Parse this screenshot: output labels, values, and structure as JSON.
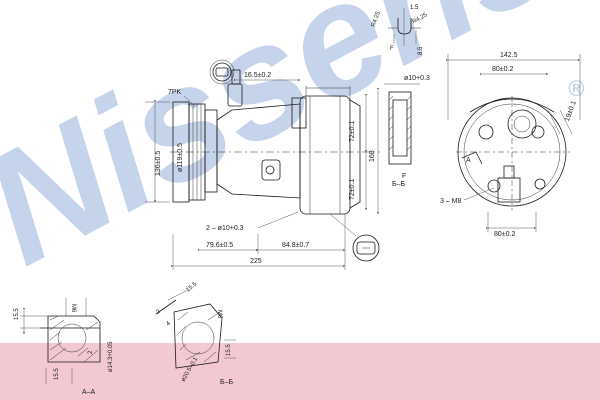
{
  "watermark": {
    "text": "Nissens",
    "registered": "®",
    "color": "#c5d4ea"
  },
  "band_color": "#f3c9d1",
  "detail_top": {
    "r1": "R4.25",
    "r2": "R4.25",
    "w": "1.5",
    "h": "8.5",
    "f": "F"
  },
  "front_view": {
    "belt": "7PK",
    "d_pulley": "ø119±0.5",
    "d_body": "136±0.5",
    "offset_top": "16.5±0.2",
    "h_72a": "72±0.1",
    "h_72b": "72±0.1",
    "h_168": "168",
    "holes": "2 – ø10+0.3",
    "len_796": "79.6±0.5",
    "len_848": "84.8±0.7",
    "len_225": "225"
  },
  "pipe_hole": {
    "d": "ø10+0.3",
    "f": "F",
    "section": "Б–Б"
  },
  "back_view": {
    "w_1425": "142.5",
    "w_80a": "80±0.2",
    "w_80b": "80±0.2",
    "h_19": "19±0.1",
    "thread": "3 – M8",
    "mark": "A"
  },
  "sec_aa": {
    "title": "A–A",
    "t1": "15.5",
    "t2": "15.5",
    "thread": "M6",
    "d": "ø14.3+0.05",
    "s": "2"
  },
  "sec_bb": {
    "title": "Б–Б",
    "t1": "15.5",
    "t2": "15.5",
    "thread": "M6",
    "d": "ø20.5+0.1",
    "s": "2",
    "s2": "4"
  }
}
